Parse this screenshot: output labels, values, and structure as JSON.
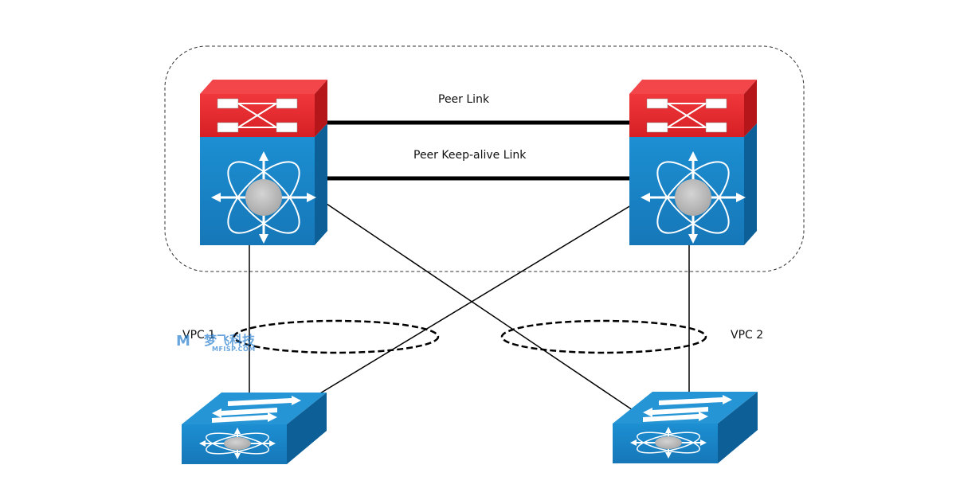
{
  "diagram": {
    "links": {
      "peer_link_label": "Peer Link",
      "keepalive_link_label": "Peer Keep-alive Link"
    },
    "vpc_groups": [
      {
        "label": "VPC 1"
      },
      {
        "label": "VPC 2"
      }
    ],
    "devices": [
      {
        "type": "core-switch-icon",
        "role": "vpc-peer-left"
      },
      {
        "type": "core-switch-icon",
        "role": "vpc-peer-right"
      },
      {
        "type": "access-switch-icon",
        "role": "downstream-left"
      },
      {
        "type": "access-switch-icon",
        "role": "downstream-right"
      }
    ],
    "watermark": {
      "logo": "M",
      "text": "梦飞科技",
      "subtext": "MFISP.COM"
    },
    "colors": {
      "switch_red": "#e8262b",
      "switch_blue": "#1a86c7",
      "link": "#000000"
    }
  }
}
